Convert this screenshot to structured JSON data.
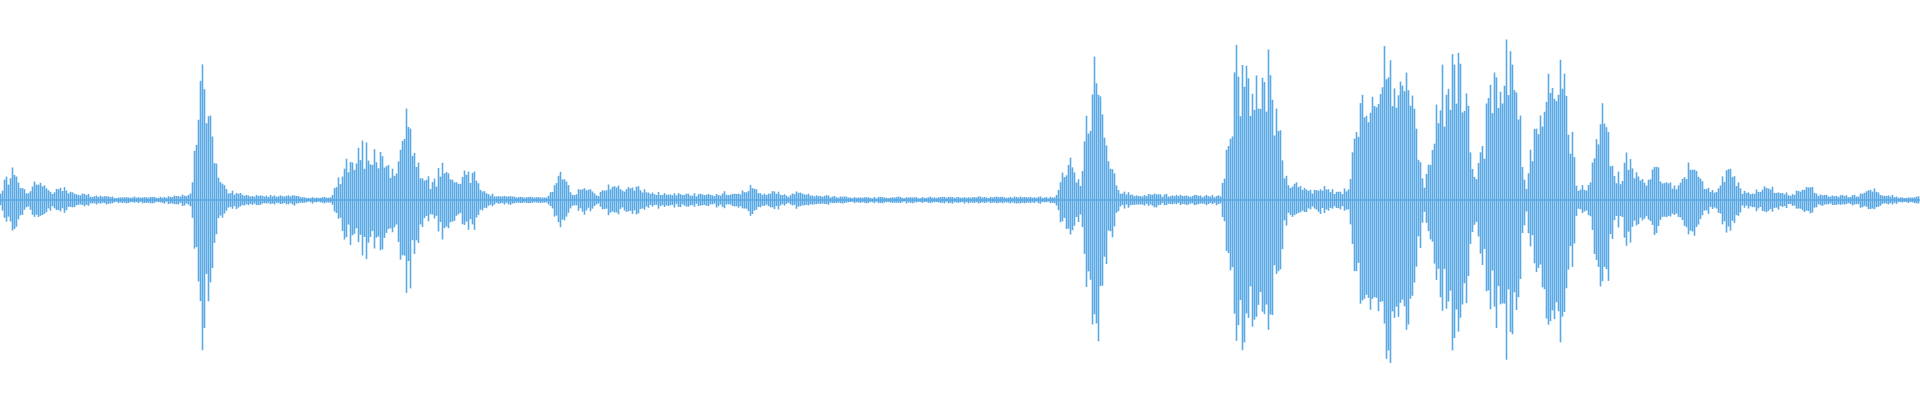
{
  "waveform": {
    "color": "#5aa9e4",
    "amplitude_envelope": [
      0.06,
      0.25,
      0.05,
      0.14,
      0.05,
      0.09,
      0.04,
      0.03,
      0.03,
      0.02,
      0.02,
      0.02,
      0.02,
      0.02,
      0.03,
      0.04,
      0.95,
      0.2,
      0.06,
      0.04,
      0.03,
      0.03,
      0.03,
      0.03,
      0.02,
      0.02,
      0.02,
      0.25,
      0.35,
      0.38,
      0.3,
      0.2,
      0.57,
      0.2,
      0.1,
      0.28,
      0.12,
      0.2,
      0.05,
      0.03,
      0.03,
      0.02,
      0.02,
      0.02,
      0.18,
      0.04,
      0.1,
      0.03,
      0.12,
      0.06,
      0.1,
      0.05,
      0.05,
      0.04,
      0.04,
      0.04,
      0.04,
      0.05,
      0.04,
      0.1,
      0.04,
      0.06,
      0.03,
      0.06,
      0.03,
      0.03,
      0.02,
      0.02,
      0.02,
      0.02,
      0.02,
      0.02,
      0.02,
      0.02,
      0.02,
      0.02,
      0.02,
      0.02,
      0.02,
      0.02,
      0.02,
      0.02,
      0.02,
      0.02,
      0.3,
      0.1,
      0.97,
      0.4,
      0.06,
      0.04,
      0.04,
      0.04,
      0.03,
      0.03,
      0.03,
      0.03,
      0.03,
      0.8,
      0.86,
      0.94,
      0.95,
      0.15,
      0.1,
      0.06,
      0.08,
      0.06,
      0.08,
      0.72,
      0.82,
      0.88,
      0.86,
      0.76,
      0.1,
      0.64,
      0.9,
      0.86,
      0.1,
      0.62,
      0.82,
      0.94,
      0.08,
      0.68,
      0.78,
      0.9,
      0.08,
      0.1,
      0.72,
      0.12,
      0.28,
      0.12,
      0.22,
      0.12,
      0.1,
      0.24,
      0.1,
      0.06,
      0.24,
      0.05,
      0.06,
      0.08,
      0.05,
      0.04,
      0.1,
      0.04,
      0.03,
      0.03,
      0.03,
      0.08,
      0.03,
      0.03,
      0.02,
      0.03
    ]
  }
}
